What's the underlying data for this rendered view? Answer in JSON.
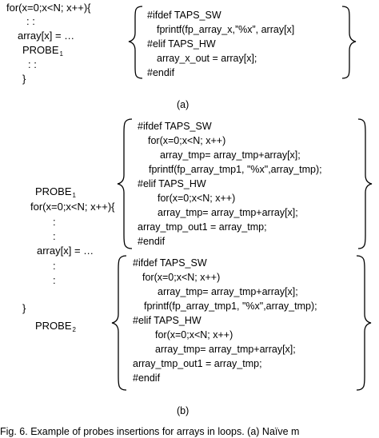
{
  "fig_a": {
    "loop": [
      "for(x=0;x<N; x++){",
      ":      :",
      "array[x] = …"
    ],
    "probe_label": "PROBE",
    "probe_sub": "1",
    "after": [
      ":      :",
      "}"
    ],
    "code": [
      "#ifdef TAPS_SW",
      "fprintf(fp_array_x,”%x”, array[x]",
      "#elif TAPS_HW",
      "array_x_out = array[x];",
      "#endif"
    ],
    "caption": "(a)"
  },
  "fig_b": {
    "probe1_label": "PROBE",
    "probe1_sub": "1",
    "loop": [
      "for(x=0;x<N; x++){",
      ":",
      ":",
      "array[x] = …",
      ":",
      ":"
    ],
    "close": "}",
    "probe2_label": "PROBE",
    "probe2_sub": "2",
    "block1": [
      "#ifdef TAPS_SW",
      "for(x=0;x<N; x++)",
      "array_tmp= array_tmp+array[x];",
      "fprintf(fp_array_tmp1, \"%x\",array_tmp);",
      "#elif TAPS_HW",
      "for(x=0;x<N; x++)",
      "array_tmp= array_tmp+array[x];",
      "array_tmp_out1 = array_tmp;",
      "#endif"
    ],
    "block2": [
      "#ifdef TAPS_SW",
      "for(x=0;x<N; x++)",
      "array_tmp= array_tmp+array[x];",
      "fprintf(fp_array_tmp1, \"%x\",array_tmp);",
      "#elif TAPS_HW",
      "for(x=0;x<N; x++)",
      "array_tmp= array_tmp+array[x];",
      "array_tmp_out1 = array_tmp;",
      "#endif"
    ],
    "caption": "(b)"
  },
  "figure_caption": "Fig. 6.   Example of probes insertions for arrays in loops. (a) Naïve m"
}
